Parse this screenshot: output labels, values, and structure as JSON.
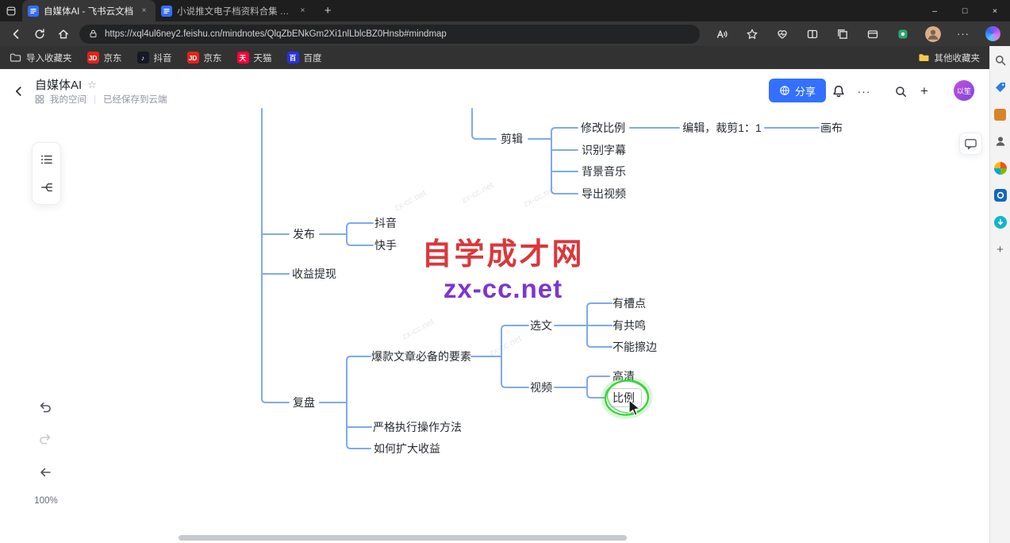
{
  "colors": {
    "accent_blue": "#3370ff",
    "edge_line_blue": "#82a8ec",
    "highlight_green": "#3ecf3e",
    "watermark_red": "#d9383c",
    "watermark_purple": "#7e35cf",
    "jd_red": "#e1251b",
    "douyin_black": "#161823",
    "tmall_red": "#ff0036",
    "baidu_blue": "#2932e1"
  },
  "window": {
    "tabs": [
      {
        "title": "自媒体AI - 飞书云文档"
      },
      {
        "title": "小说推文电子档资料合集 - 飞书..."
      }
    ],
    "new_tab_glyph": "+",
    "tab_close_glyph": "×",
    "minimize_glyph": "–",
    "maximize_glyph": "□",
    "close_glyph": "×"
  },
  "toolbar": {
    "url": "https://xql4ul6ney2.feishu.cn/mindnotes/QlqZbENkGm2Xi1nlLblcBZ0Hnsb#mindmap",
    "more_glyph": "···"
  },
  "favorites": {
    "items": [
      {
        "label": "导入收藏夹"
      },
      {
        "label": "京东",
        "abbr": "JD"
      },
      {
        "label": "抖音",
        "abbr": "♪"
      },
      {
        "label": "京东",
        "abbr": "JD"
      },
      {
        "label": "天猫",
        "abbr": "天"
      },
      {
        "label": "百度",
        "abbr": "百"
      }
    ],
    "other_label": "其他收藏夹"
  },
  "header": {
    "title": "自媒体AI",
    "star_glyph": "☆",
    "space_label": "我的空间",
    "save_status": "已经保存到云端",
    "share_label": "分享",
    "more_glyph": "···",
    "add_glyph": "+",
    "avatar_text": "以笙"
  },
  "canvas_controls": {
    "zoom_level": "100%"
  },
  "mindmap": {
    "watermark_title": "自学成才网",
    "watermark_url": "zx-cc.net",
    "nodes": [
      {
        "label": "剪辑"
      },
      {
        "label": "修改比例"
      },
      {
        "label": "编辑，裁剪1：1"
      },
      {
        "label": "画布"
      },
      {
        "label": "识别字幕"
      },
      {
        "label": "背景音乐"
      },
      {
        "label": "导出视频"
      },
      {
        "label": "发布"
      },
      {
        "label": "抖音"
      },
      {
        "label": "快手"
      },
      {
        "label": "收益提现"
      },
      {
        "label": "复盘"
      },
      {
        "label": "爆款文章必备的要素"
      },
      {
        "label": "选文"
      },
      {
        "label": "有槽点"
      },
      {
        "label": "有共鸣"
      },
      {
        "label": "不能擦边"
      },
      {
        "label": "视频"
      },
      {
        "label": "高清"
      },
      {
        "label": "比例",
        "highlighted": true
      },
      {
        "label": "严格执行操作方法"
      },
      {
        "label": "如何扩大收益"
      }
    ],
    "structure": {
      "剪辑": {
        "修改比例": {
          "编辑，裁剪1：1": {
            "画布": {}
          }
        },
        "识别字幕": {},
        "背景音乐": {},
        "导出视频": {}
      },
      "发布": {
        "抖音": {},
        "快手": {}
      },
      "收益提现": {},
      "复盘": {
        "爆款文章必备的要素": {
          "选文": {
            "有槽点": {},
            "有共鸣": {},
            "不能擦边": {}
          },
          "视频": {
            "高清": {},
            "比例": {}
          }
        },
        "严格执行操作方法": {},
        "如何扩大收益": {}
      }
    }
  }
}
